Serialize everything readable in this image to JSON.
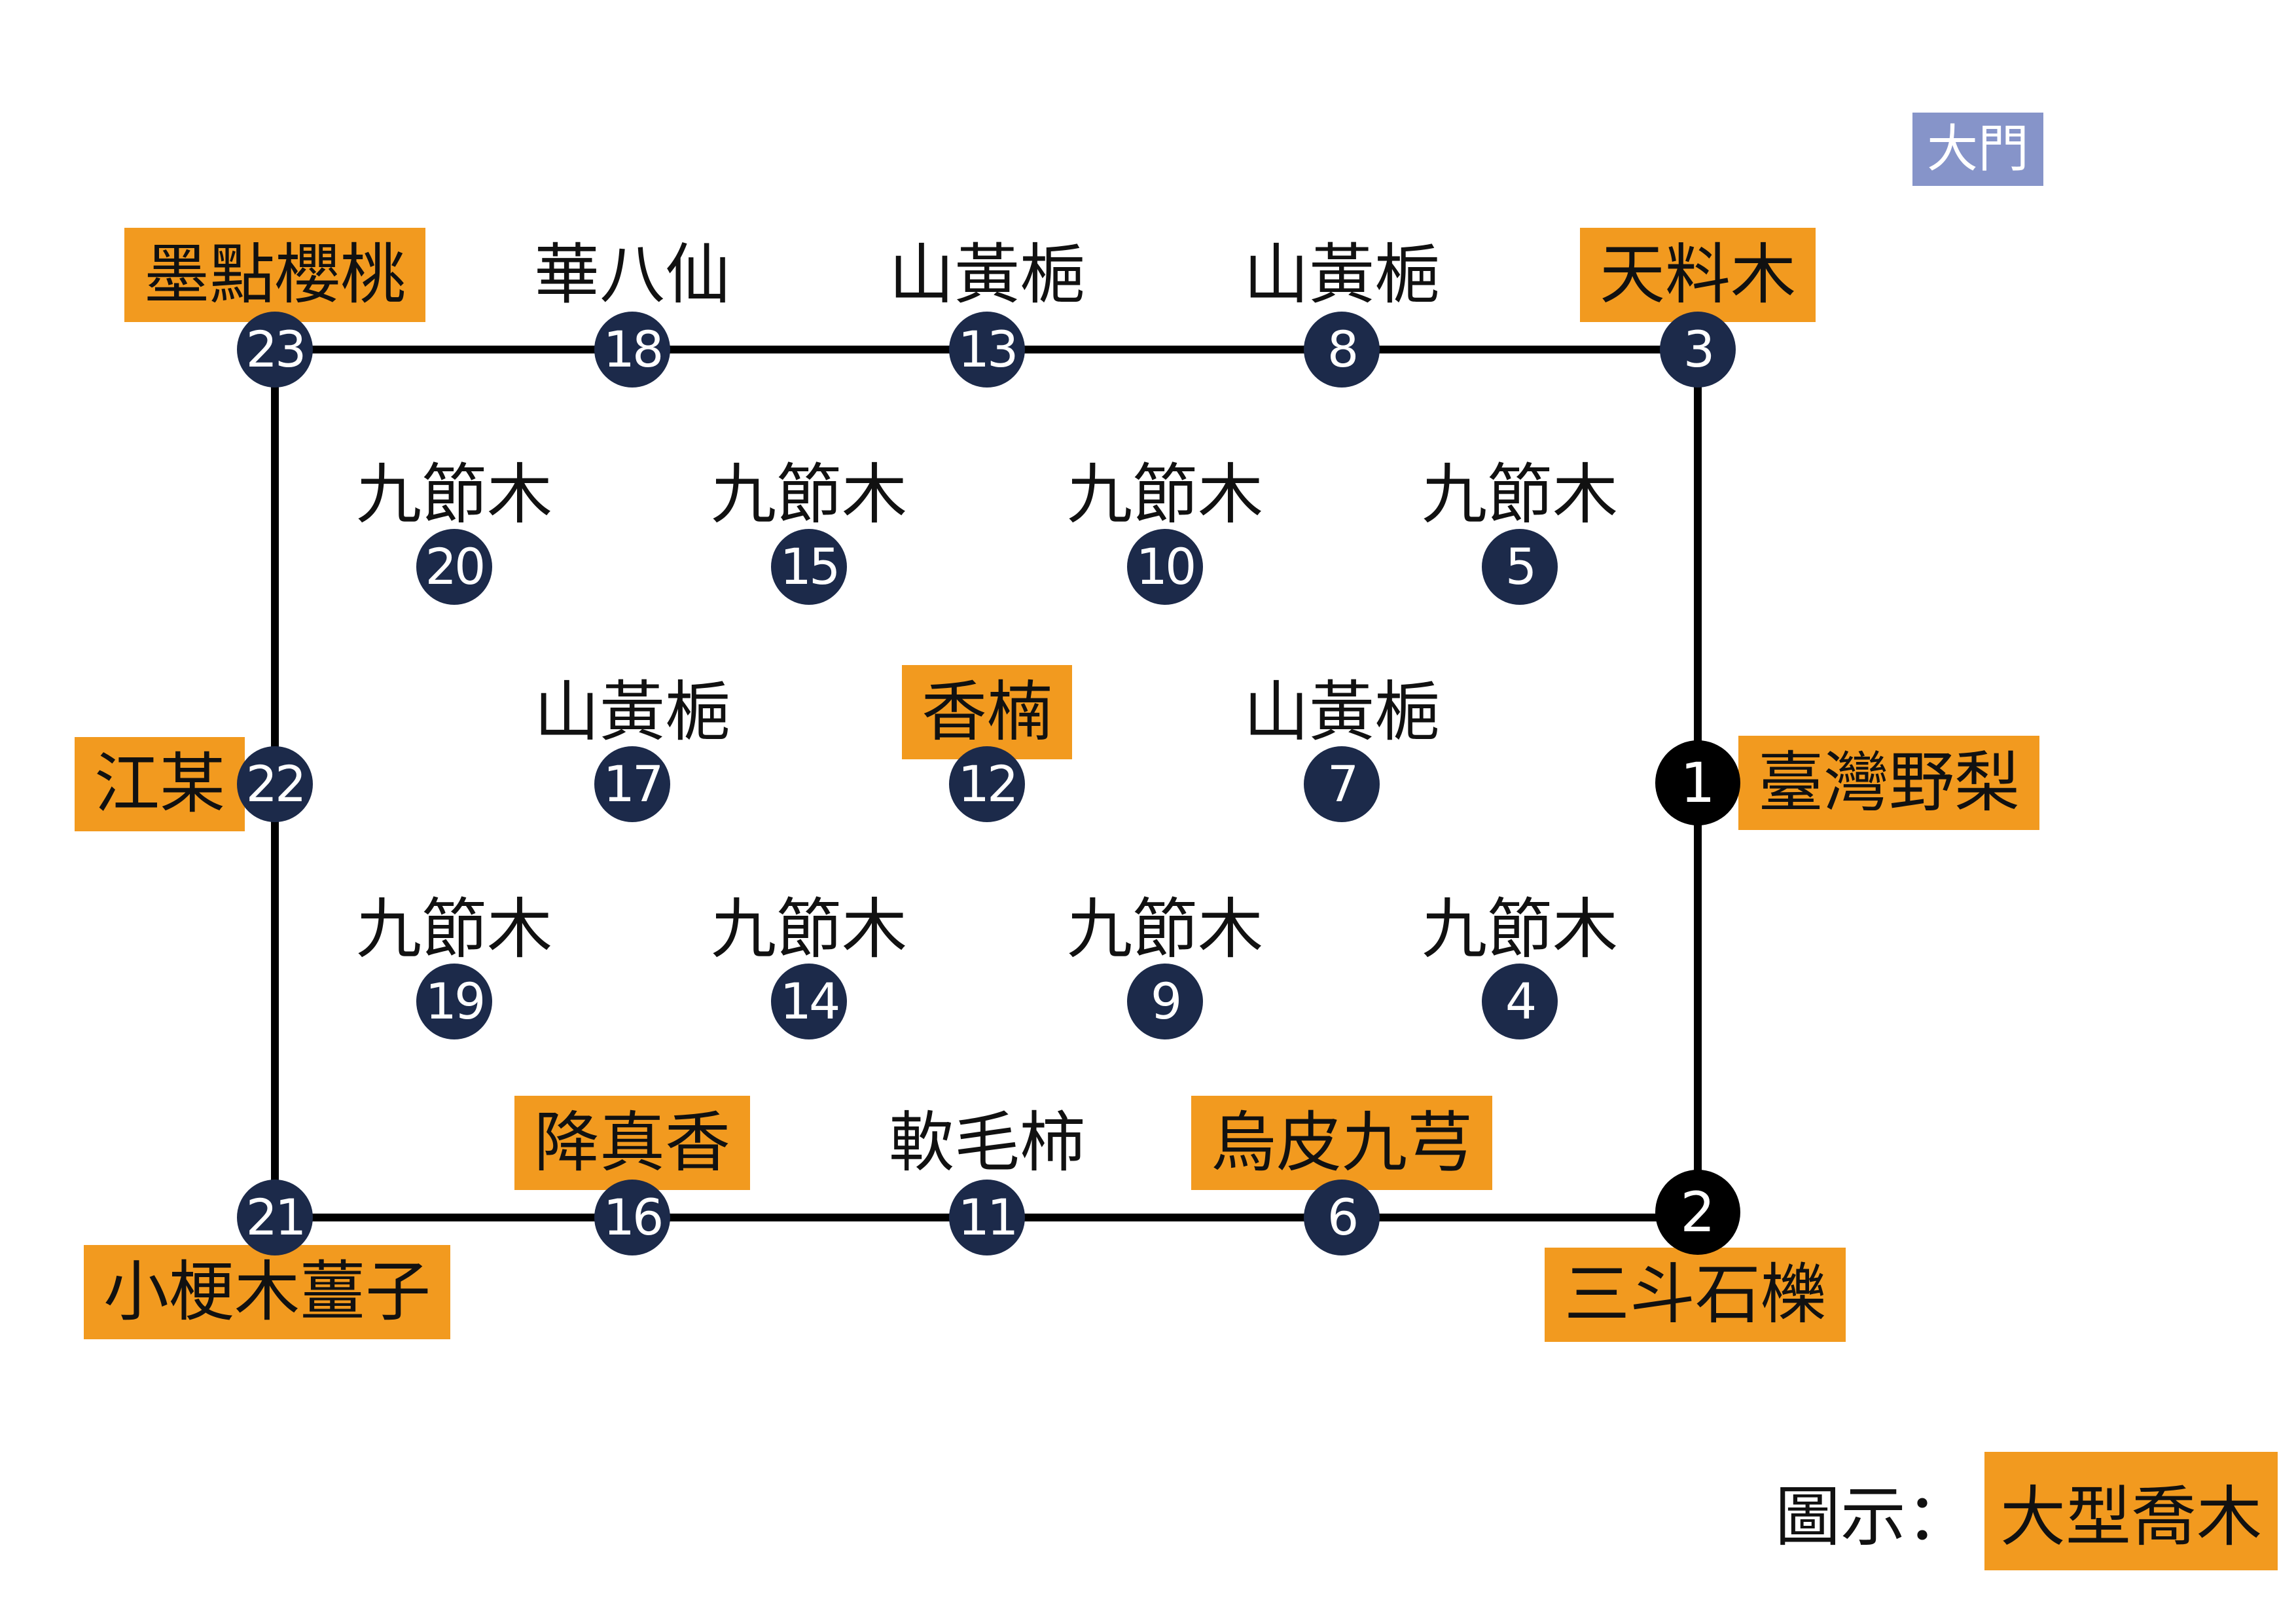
{
  "gate_label": "大門",
  "legend": {
    "prefix": "圖示：",
    "key_label": "大型喬木"
  },
  "trees": [
    {
      "num": "1",
      "species": "臺灣野梨",
      "large": true
    },
    {
      "num": "2",
      "species": "三斗石櫟",
      "large": true
    },
    {
      "num": "3",
      "species": "天料木",
      "large": true
    },
    {
      "num": "4",
      "species": "九節木",
      "large": false
    },
    {
      "num": "5",
      "species": "九節木",
      "large": false
    },
    {
      "num": "6",
      "species": "烏皮九芎",
      "large": true
    },
    {
      "num": "7",
      "species": "山黃梔",
      "large": false
    },
    {
      "num": "8",
      "species": "山黃梔",
      "large": false
    },
    {
      "num": "9",
      "species": "九節木",
      "large": false
    },
    {
      "num": "10",
      "species": "九節木",
      "large": false
    },
    {
      "num": "11",
      "species": "軟毛柿",
      "large": false
    },
    {
      "num": "12",
      "species": "香楠",
      "large": true
    },
    {
      "num": "13",
      "species": "山黃梔",
      "large": false
    },
    {
      "num": "14",
      "species": "九節木",
      "large": false
    },
    {
      "num": "15",
      "species": "九節木",
      "large": false
    },
    {
      "num": "16",
      "species": "降真香",
      "large": true
    },
    {
      "num": "17",
      "species": "山黃梔",
      "large": false
    },
    {
      "num": "18",
      "species": "華八仙",
      "large": false
    },
    {
      "num": "19",
      "species": "九節木",
      "large": false
    },
    {
      "num": "20",
      "species": "九節木",
      "large": false
    },
    {
      "num": "21",
      "species": "小梗木薑子",
      "large": true
    },
    {
      "num": "22",
      "species": "江某",
      "large": true
    },
    {
      "num": "23",
      "species": "墨點櫻桃",
      "large": true
    }
  ]
}
